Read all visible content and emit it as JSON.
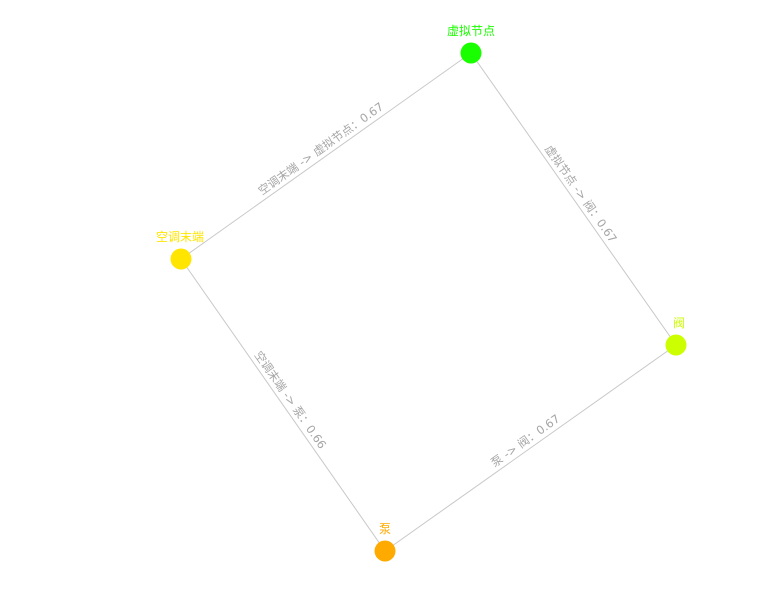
{
  "nodes": [
    {
      "id": "virtual",
      "label": "虚拟节点",
      "color": "#1aff00"
    },
    {
      "id": "ac",
      "label": "空调末端",
      "color": "#ffe500"
    },
    {
      "id": "valve",
      "label": "阀",
      "color": "#ccff00"
    },
    {
      "id": "pump",
      "label": "泵",
      "color": "#ffaa00"
    }
  ],
  "edges": [
    {
      "source": "ac",
      "target": "virtual",
      "label": "空调末端 -> 虚拟节点：0.67"
    },
    {
      "source": "virtual",
      "target": "valve",
      "label": "虚拟节点 -> 阀：0.67"
    },
    {
      "source": "pump",
      "target": "valve",
      "label": "泵 -> 阀：0.67"
    },
    {
      "source": "ac",
      "target": "pump",
      "label": "空调末端 -> 泵：0.66"
    }
  ],
  "style": {
    "edge_color": "#c8c8c8",
    "edge_label_color": "#a6a6a6",
    "background": "#ffffff"
  }
}
